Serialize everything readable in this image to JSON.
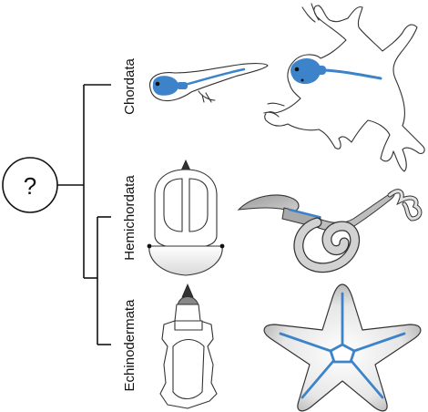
{
  "root_symbol": "?",
  "groups": [
    {
      "label": "Chordata"
    },
    {
      "label": "Hemichordata"
    },
    {
      "label": "Echinodermata"
    }
  ],
  "colors": {
    "notochord_blue": "#3d83c9",
    "outline": "#333333",
    "shading": "#c8c8c8"
  },
  "icons": [
    "tadpole-icon",
    "frog-icon",
    "larva-icon",
    "acorn-worm-icon",
    "echinoderm-larva-icon",
    "starfish-icon"
  ]
}
